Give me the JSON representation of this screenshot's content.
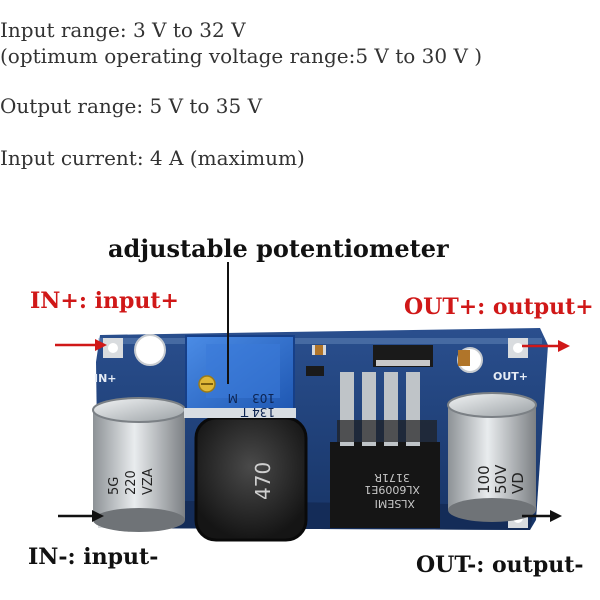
{
  "specs": {
    "input_range": "Input range: 3 V to 32 V",
    "optimum_range": "(optimum operating voltage range:5 V to 30 V )",
    "output_range": "Output range: 5 V to 35 V",
    "input_current": "Input current: 4 A (maximum)"
  },
  "labels": {
    "potentiometer": "adjustable potentiometer",
    "in_plus": "IN+: input+",
    "out_plus": "OUT+: output+",
    "in_minus": "IN-: input-",
    "out_minus": "OUT-: output-"
  },
  "board": {
    "in_plus_silk": "IN+",
    "out_plus_silk": "OUT+",
    "inductor_marking": "470",
    "pot_marking_1": "103",
    "pot_marking_2": "134 T",
    "pot_marking_3": "M",
    "cap_left_1": "5G",
    "cap_left_2": "220",
    "cap_left_3": "VZA",
    "cap_right_1": "100",
    "cap_right_2": "50V",
    "cap_right_3": "VD",
    "ic_marking_1": "XL6009E1",
    "ic_marking_2": "3171R",
    "ic_marking_3": "XLSEMI"
  },
  "colors": {
    "label_red": "#d01818",
    "pcb_blue": "#1c3f7a",
    "pot_blue": "#2b6fd1"
  }
}
